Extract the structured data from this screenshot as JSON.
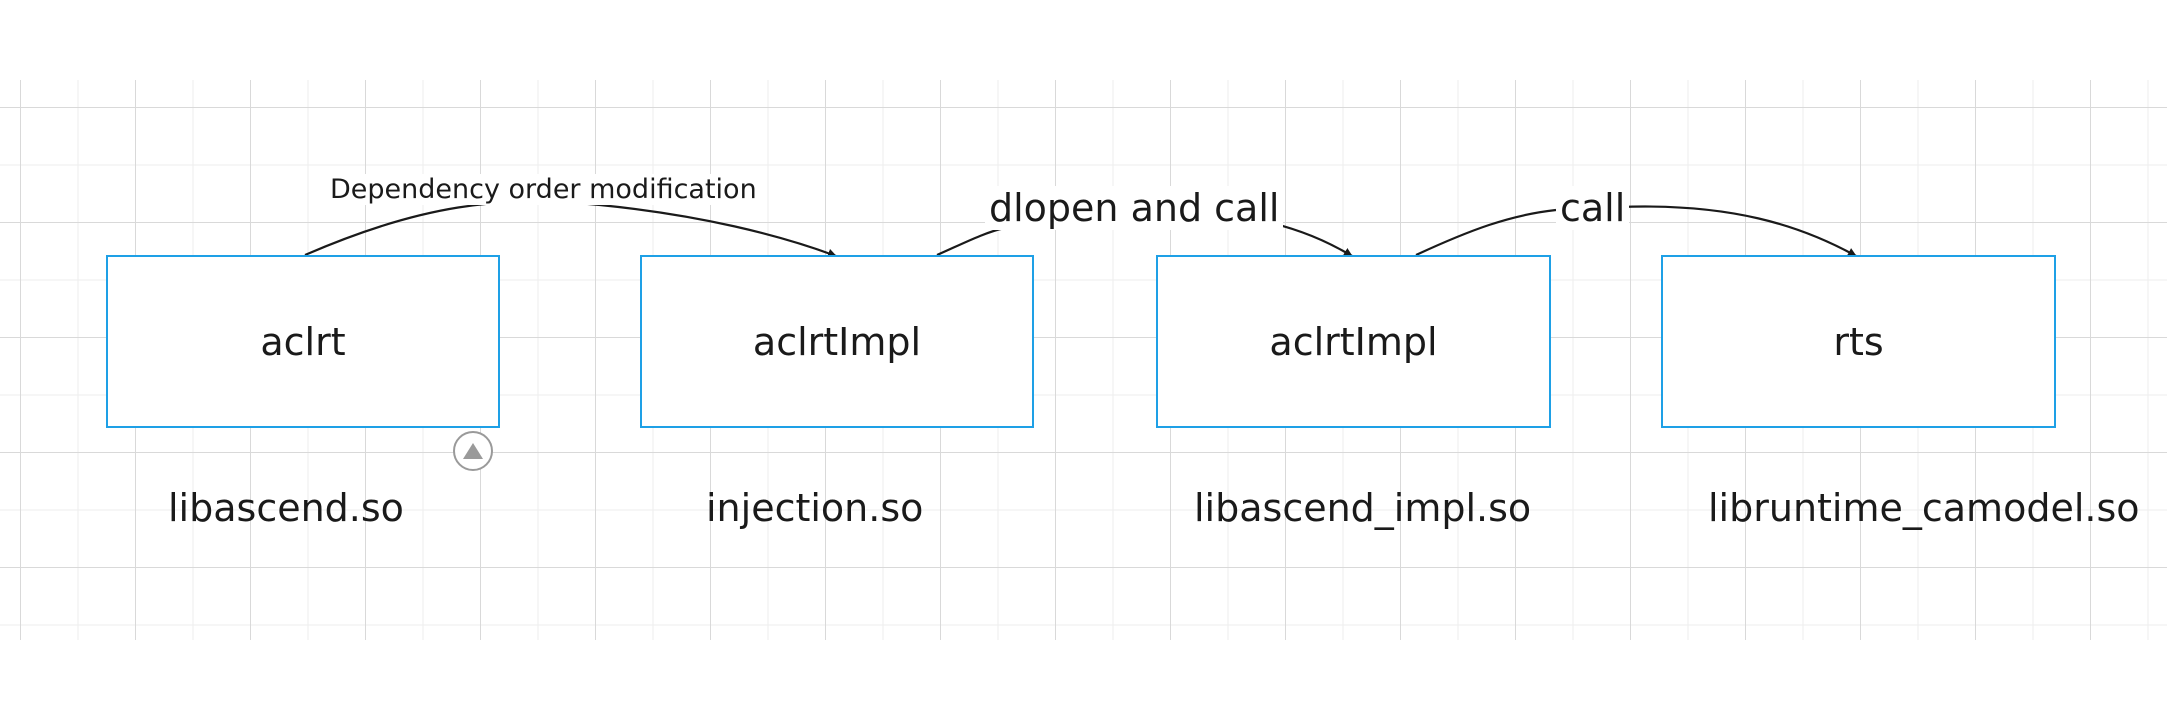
{
  "diagram": {
    "nodes": [
      {
        "id": "n1",
        "label": "aclrt",
        "caption": "libascend.so"
      },
      {
        "id": "n2",
        "label": "aclrtImpl",
        "caption": "injection.so"
      },
      {
        "id": "n3",
        "label": "aclrtImpl",
        "caption": "libascend_impl.so"
      },
      {
        "id": "n4",
        "label": "rts",
        "caption": "libruntime_camodel.so"
      }
    ],
    "edges": [
      {
        "from": "n1",
        "to": "n2",
        "label": "Dependency order modification"
      },
      {
        "from": "n2",
        "to": "n3",
        "label": "dlopen and call"
      },
      {
        "from": "n3",
        "to": "n4",
        "label": "call"
      }
    ],
    "colors": {
      "node_border": "#1ea0e6",
      "edge": "#1a1a1a",
      "grid_major": "#d9d9d9",
      "grid_minor": "#eeeeee"
    },
    "icons": {
      "selection_handle": "triangle-up-icon"
    }
  }
}
